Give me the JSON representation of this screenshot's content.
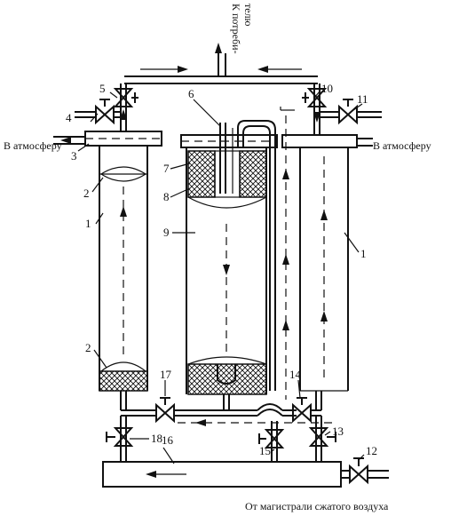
{
  "labels": {
    "n1": "1",
    "n1b": "1",
    "n2": "2",
    "n2b": "2",
    "n3": "3",
    "n4": "4",
    "n5": "5",
    "n6": "6",
    "n7": "7",
    "n8": "8",
    "n9": "9",
    "n10": "10",
    "n11": "11",
    "n12": "12",
    "n13": "13",
    "n14": "14",
    "n15": "15",
    "n16": "16",
    "n17": "17",
    "n18": "18"
  },
  "captions": {
    "to_atmosphere_left": "В атмосферу",
    "to_atmosphere_right": "В атмосферу",
    "to_consumer_line1": "К потреби-",
    "to_consumer_line2": "телю",
    "from_compressed_air": "От магистрали сжатого воздуха"
  }
}
